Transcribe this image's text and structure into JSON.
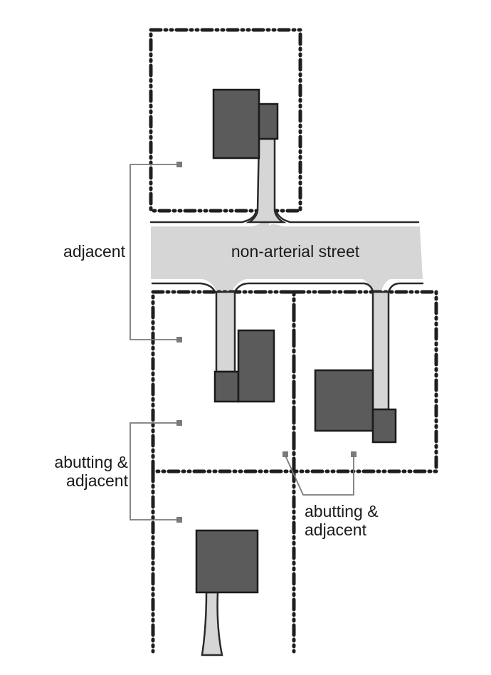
{
  "labels": {
    "street": "non-arterial street",
    "left_top": "adjacent",
    "left_bottom_line1": "abutting &",
    "left_bottom_line2": "adjacent",
    "bottom_right_line1": "abutting &",
    "bottom_right_line2": "adjacent"
  },
  "colors": {
    "building": "#5b5b5b",
    "paving": "#d6d6d6",
    "leader": "#7a7a7a"
  }
}
